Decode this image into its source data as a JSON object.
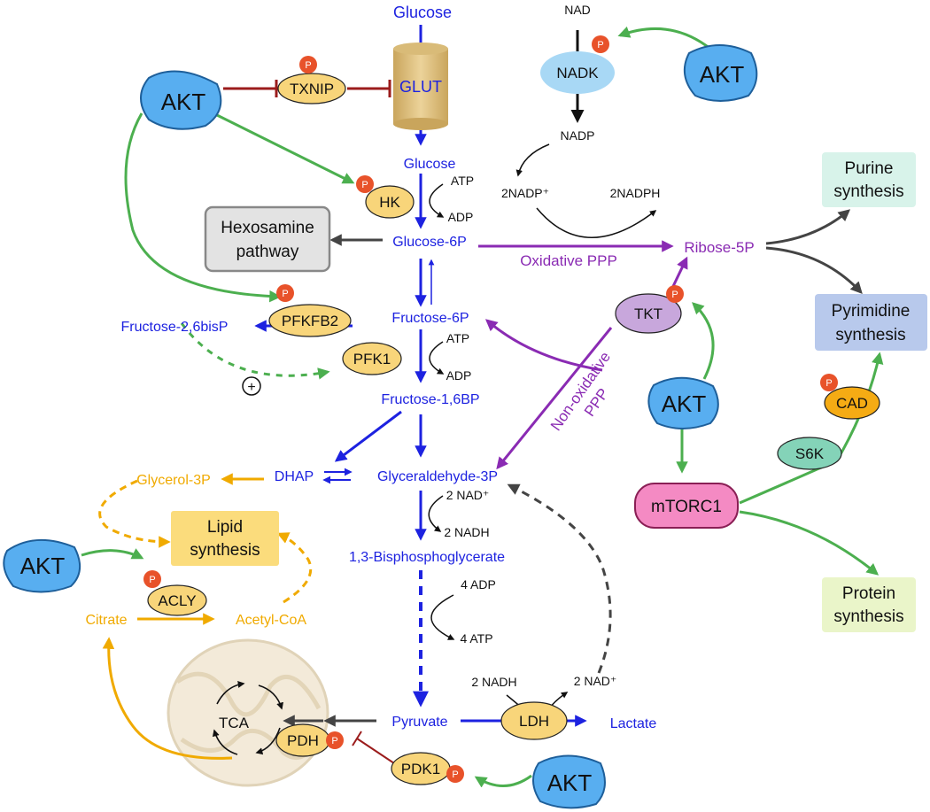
{
  "metabolites": {
    "glucose_ext": "Glucose",
    "glut": "GLUT",
    "glucose": "Glucose",
    "g6p": "Glucose-6P",
    "f6p": "Fructose-6P",
    "f16bp": "Fructose-1,6BP",
    "f26bp": "Fructose-2,6bisP",
    "dhap": "DHAP",
    "g3p": "Glyceraldehyde-3P",
    "bpg": "1,3-Bisphosphoglycerate",
    "pyruvate": "Pyruvate",
    "lactate": "Lactate",
    "ribose5p": "Ribose-5P",
    "glycerol3p": "Glycerol-3P",
    "citrate": "Citrate",
    "acetylcoa": "Acetyl-CoA",
    "tca": "TCA"
  },
  "cofactors": {
    "nad_top": "NAD",
    "nadp": "NADP",
    "nadp_plus": "2NADP⁺",
    "nadph": "2NADPH",
    "atp1": "ATP",
    "adp1": "ADP",
    "atp2": "ATP",
    "adp2": "ADP",
    "nad_plus_g3p": "2 NAD⁺",
    "nadh_g3p": "2 NADH",
    "adp4": "4 ADP",
    "atp4": "4 ATP",
    "nadh_ldh": "2 NADH",
    "nad_plus_ldh": "2 NAD⁺"
  },
  "enzymes": {
    "txnip": "TXNIP",
    "nadk": "NADK",
    "hk": "HK",
    "pfkfb2": "PFKFB2",
    "pfk1": "PFK1",
    "tkt": "TKT",
    "cad": "CAD",
    "s6k": "S6K",
    "mtorc1": "mTORC1",
    "acly": "ACLY",
    "pdh": "PDH",
    "pdk1": "PDK1",
    "ldh": "LDH"
  },
  "akt_label": "AKT",
  "phospho_label": "P",
  "plus_symbol": "+",
  "pathways": {
    "hexosamine": [
      "Hexosamine",
      "pathway"
    ],
    "purine": [
      "Purine",
      "synthesis"
    ],
    "pyrimidine": [
      "Pyrimidine",
      "synthesis"
    ],
    "protein": [
      "Protein",
      "synthesis"
    ],
    "lipid": [
      "Lipid",
      "synthesis"
    ],
    "oxidative_ppp": "Oxidative PPP",
    "nonoxidative_ppp": [
      "Non-oxidative",
      "PPP"
    ]
  },
  "colors": {
    "glycolysis": "#1d22e0",
    "ppp": "#8a2bb3",
    "lipid": "#f0aa00",
    "activation": "#4caf4f",
    "inhibition": "#9b1c1c",
    "neutral": "#444444",
    "akt_fill": "#58aef0",
    "enzyme_fill": "#f8d57a",
    "phospho_fill": "#e8522a"
  }
}
